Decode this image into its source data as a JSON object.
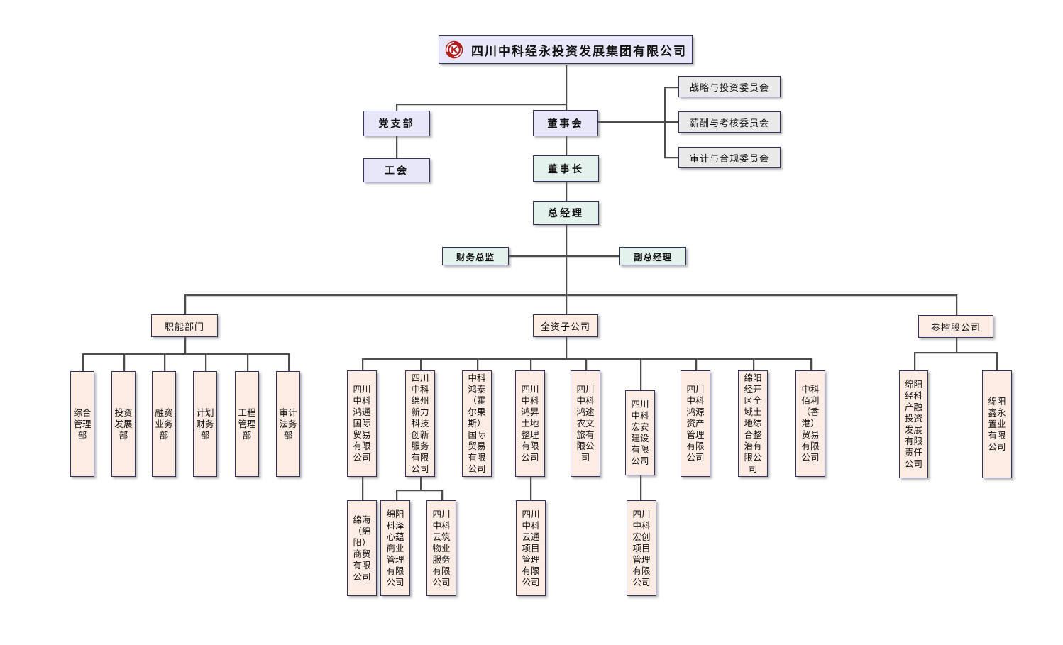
{
  "root": {
    "title": "四川中科经永投资发展集团有限公司"
  },
  "governance": {
    "party_branch": "党支部",
    "labor_union": "工会",
    "board": "董事会",
    "chairman": "董事长",
    "general_manager": "总经理",
    "finance_director": "财务总监",
    "deputy_general_manager": "副总经理",
    "committees": [
      "战略与投资委员会",
      "薪酬与考核委员会",
      "审计与合规委员会"
    ]
  },
  "branches": {
    "functional": {
      "label": "职能部门",
      "departments": [
        "综合管理部",
        "投资发展部",
        "融资业务部",
        "计划财务部",
        "工程管理部",
        "审计法务部"
      ]
    },
    "wholly_owned": {
      "label": "全资子公司",
      "companies": [
        "四川中科鸿通国际贸易有限公司",
        "四川中科绵州新力科技创新服务有限公司",
        "中科鸿泰（霍尔果斯）国际贸易有限公司",
        "四川中科鸿昇土地整理有限公司",
        "四川中科鸿途农文旅有限公司",
        "四川中科宏安建设有限公司",
        "四川中科鸿源资产管理有限公司",
        "绵阳经开区全域土地综合整治有限公司",
        "中科佰利（香港）贸易有限公司"
      ]
    },
    "holdings": {
      "label": "参控股公司",
      "companies": [
        "绵阳经科产融投资发展有限责任公司",
        "绵阳鑫永置业有限公司"
      ]
    }
  },
  "second_level": [
    "绵海（绵阳）商贸有限公司",
    "绵阳科泽心蕴商业管理有限公司",
    "四川中科云筑物业服务有限公司",
    "四川中科云通项目管理有限公司",
    "四川中科宏创项目管理有限公司"
  ],
  "colors": {
    "lavender_box": "#e7e7f9",
    "mint_box": "#e3f2ec",
    "gray_box": "#e9e9e9",
    "pink_box": "#fdece4",
    "border": "#32325e",
    "line": "#4d4d4d",
    "logo_red": "#b01d1d"
  }
}
